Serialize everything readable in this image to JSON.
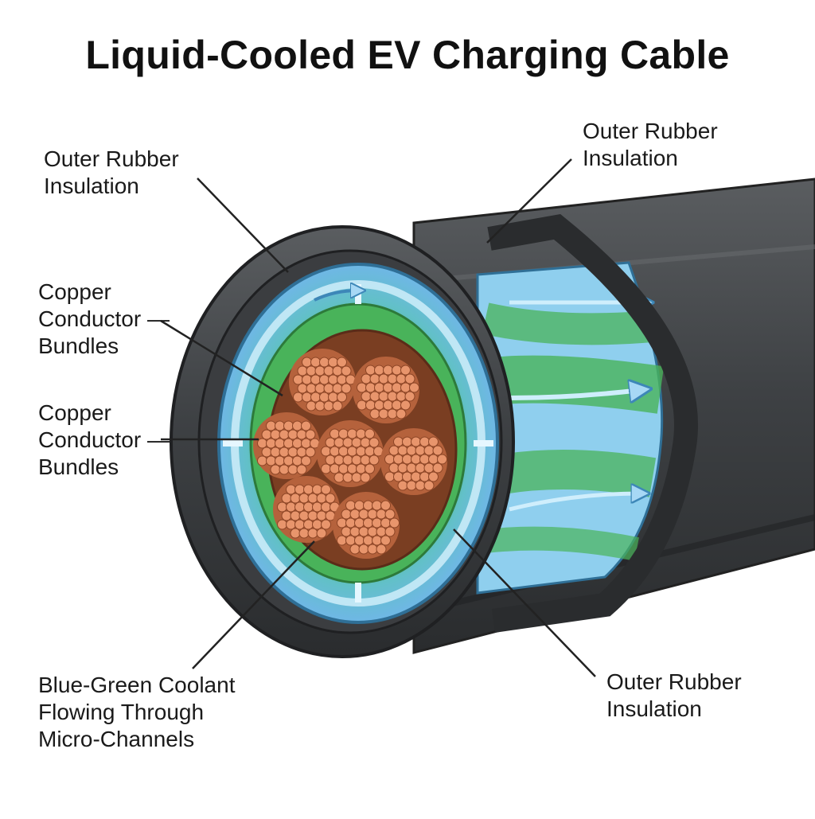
{
  "title": "Liquid-Cooled EV Charging Cable",
  "labels": {
    "outer_rubber_top_left": "Outer Rubber\nInsulation",
    "outer_rubber_top_right": "Outer Rubber\nInsulation",
    "copper_bundles_1": "Copper\nConductor —\nBundles",
    "copper_bundles_2": "Copper\nConductor —\nBundles",
    "coolant": "Blue-Green Coolant\nFlowing Through\nMicro-Channels",
    "outer_rubber_bottom_right": "Outer Rubber\nInsulation"
  },
  "colors": {
    "jacket": "#3e4144",
    "jacket_dark": "#2a2c2e",
    "coolant_blue": "#6fb7e6",
    "coolant_green": "#49b35a",
    "copper": "#e08c62",
    "copper_dark": "#b5623c"
  }
}
